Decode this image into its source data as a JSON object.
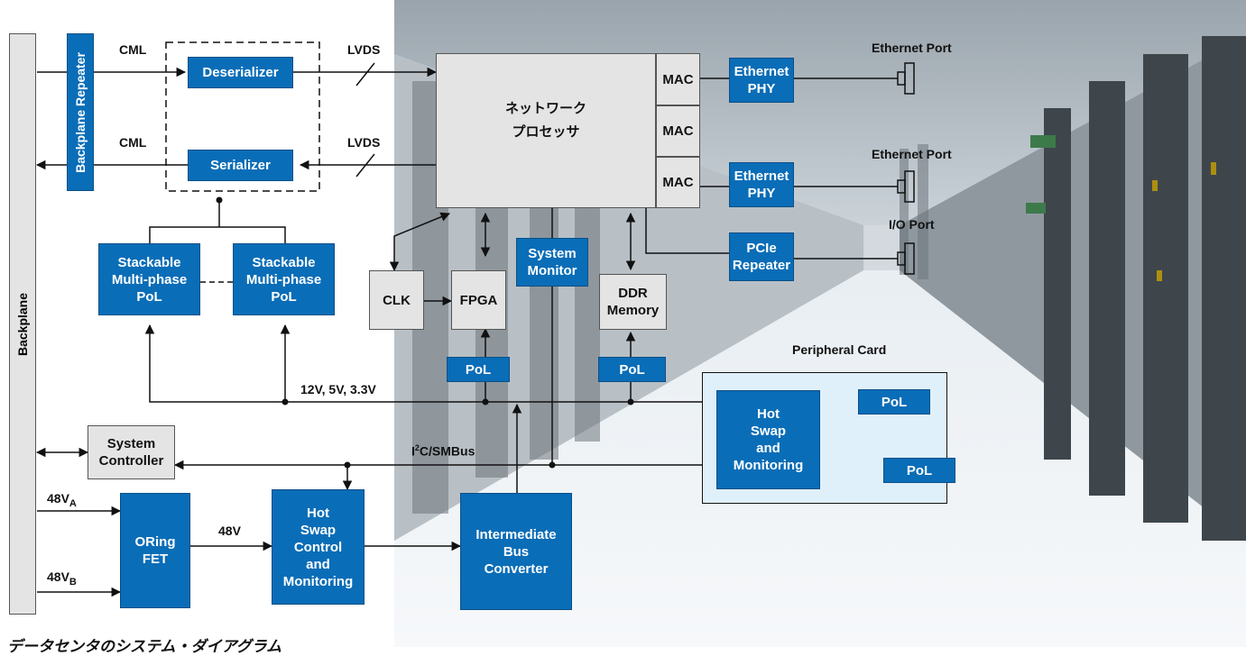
{
  "blocks": {
    "backplane": "Backplane",
    "backplane_repeater": "Backplane Repeater",
    "deserializer": "Deserializer",
    "serializer": "Serializer",
    "network_processor": "ネットワーク\nプロセッサ",
    "mac": "MAC",
    "ethernet_phy": "Ethernet\nPHY",
    "pcie_repeater": "PCIe\nRepeater",
    "stackable_pol": "Stackable\nMulti-phase\nPoL",
    "clk": "CLK",
    "fpga": "FPGA",
    "system_monitor": "System\nMonitor",
    "ddr_memory": "DDR\nMemory",
    "pol": "PoL",
    "system_controller": "System\nController",
    "oring_fet": "ORing\nFET",
    "hot_swap_control": "Hot\nSwap\nControl\nand\nMonitoring",
    "ibc": "Intermediate\nBus\nConverter",
    "hot_swap_monitoring": "Hot\nSwap\nand\nMonitoring"
  },
  "labels": {
    "cml": "CML",
    "lvds": "LVDS",
    "ethernet_port": "Ethernet Port",
    "io_port": "I/O Port",
    "peripheral_card": "Peripheral Card",
    "rails": "12V, 5V, 3.3V",
    "i2c_sup": "2",
    "i2c_prefix": "I",
    "i2c_rest": "C/SMBus",
    "v48": "48V",
    "v48_base": "48V",
    "sub_a": "A",
    "sub_b": "B"
  },
  "caption": "データセンタのシステム・ダイアグラム",
  "colors": {
    "block_blue": "#0a6db7",
    "gray_block": "#e4e4e4",
    "peripheral_bg": "#dff0fb"
  }
}
